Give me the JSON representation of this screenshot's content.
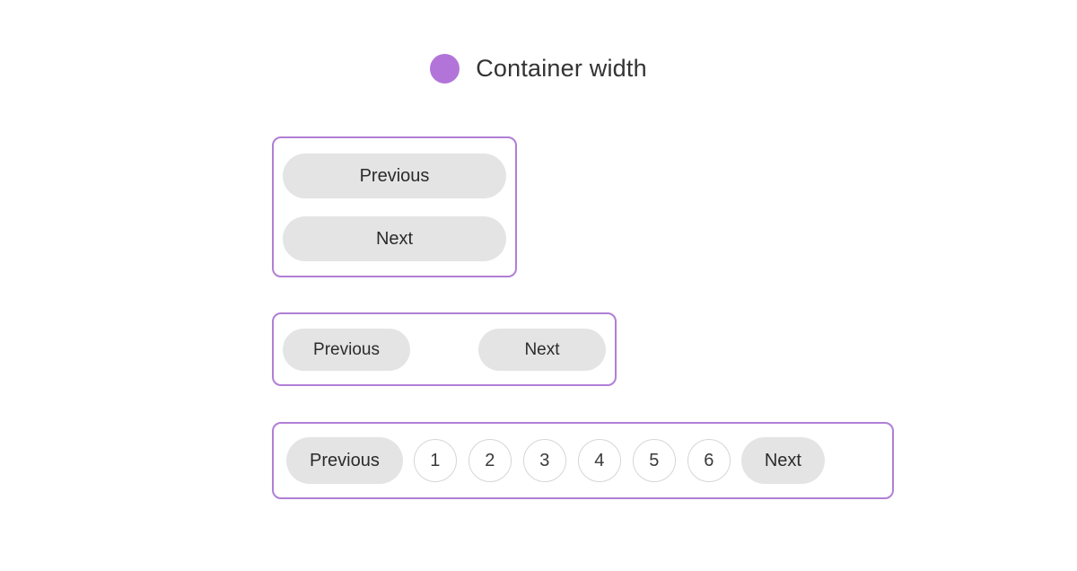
{
  "header": {
    "dot_icon": "bullet-dot-icon",
    "dot_color": "#b274d9",
    "title": "Container width"
  },
  "theme": {
    "container_border_color": "#b07fd6",
    "button_bg": "#e4e4e4",
    "button_text": "#2b2b2b",
    "circle_border": "#d6d6d6",
    "page_bg": "#ffffff"
  },
  "demos": [
    {
      "name": "stacked-pagination",
      "layout": "column",
      "previous_label": "Previous",
      "next_label": "Next"
    },
    {
      "name": "split-pagination",
      "layout": "space-between",
      "previous_label": "Previous",
      "next_label": "Next"
    },
    {
      "name": "numbered-pagination",
      "layout": "row",
      "previous_label": "Previous",
      "next_label": "Next",
      "pages": [
        "1",
        "2",
        "3",
        "4",
        "5",
        "6"
      ]
    }
  ]
}
